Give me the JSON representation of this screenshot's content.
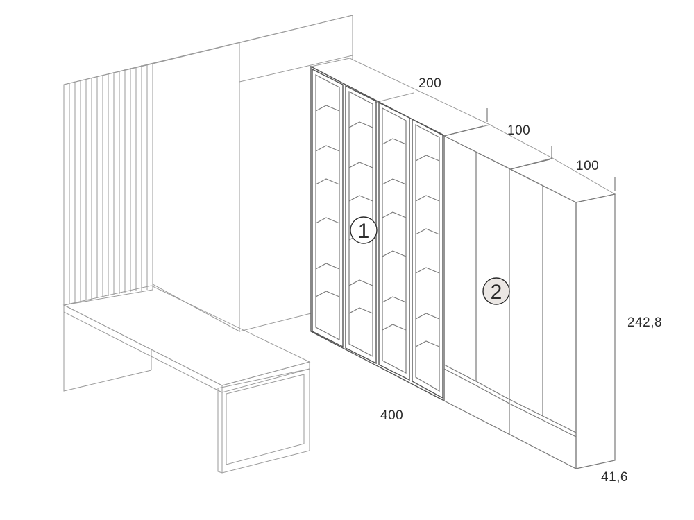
{
  "dimensions": {
    "width_total": "400",
    "width_section_1": "200",
    "width_section_2": "100",
    "width_section_3": "100",
    "height": "242,8",
    "depth": "41,6"
  },
  "badges": {
    "module_1": "1",
    "module_2": "2"
  },
  "colors": {
    "line": "#9a9a9a",
    "panel_light": "#f2f0ee",
    "panel_mid": "#e6e2df",
    "panel_side": "#ddd8d4",
    "frame_dark": "#5a5a5a",
    "text": "#2b2b2b"
  }
}
